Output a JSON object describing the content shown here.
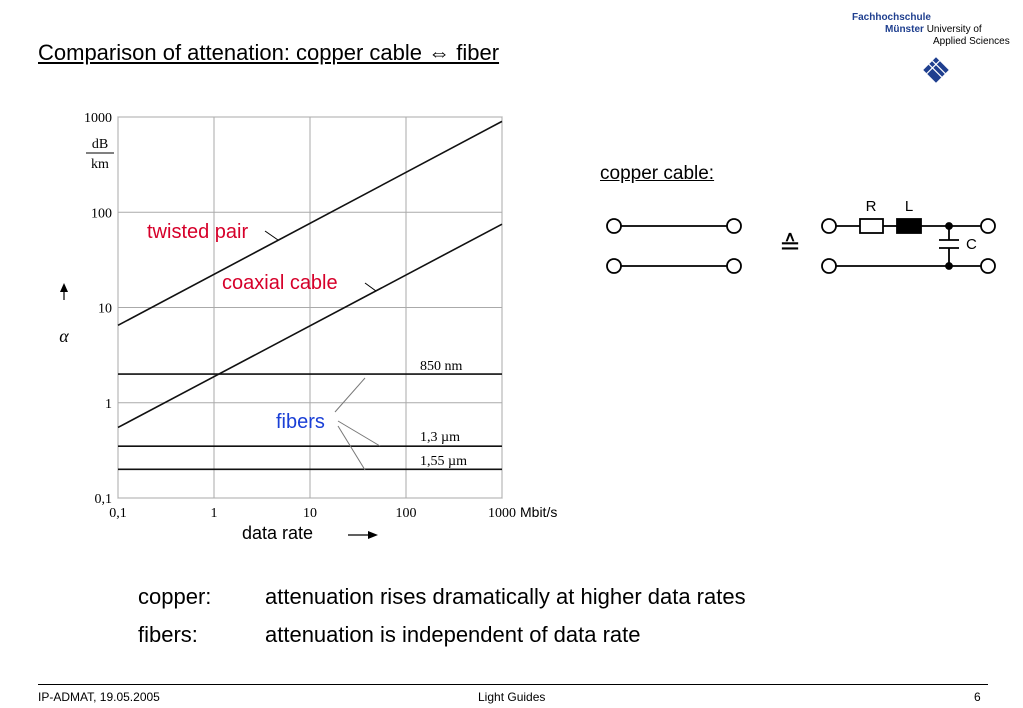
{
  "slide": {
    "title": "Comparison of attenation: copper cable ⇔ fiber"
  },
  "logo": {
    "line1": "Fachhochschule",
    "line2_bold": "Münster",
    "line2_rest": "University of",
    "line3": "Applied Sciences",
    "brand_color": "#1f3f8f"
  },
  "chart_data": {
    "type": "line",
    "x_scale": "log",
    "y_scale": "log",
    "xlim": [
      0.1,
      1000
    ],
    "ylim": [
      0.1,
      1000
    ],
    "x_ticks": [
      "0,1",
      "1",
      "10",
      "100",
      "1000"
    ],
    "y_ticks": [
      "0,1",
      "1",
      "10",
      "100",
      "1000"
    ],
    "y_unit_num": "dB",
    "y_unit_den": "km",
    "y_symbol": "α",
    "x_unit": "Mbit/s",
    "xlabel": "data rate",
    "grid": true,
    "series": [
      {
        "name": "twisted pair",
        "x": [
          0.1,
          1000
        ],
        "y": [
          6.5,
          900
        ],
        "color": "#d6002a"
      },
      {
        "name": "coaxial cable",
        "x": [
          0.1,
          1000
        ],
        "y": [
          0.55,
          75
        ],
        "color": "#d6002a"
      },
      {
        "name": "850 nm",
        "x": [
          0.1,
          1000
        ],
        "y": [
          2.0,
          2.0
        ]
      },
      {
        "name": "1,3 µm",
        "x": [
          0.1,
          1000
        ],
        "y": [
          0.35,
          0.35
        ]
      },
      {
        "name": "1,55 µm",
        "x": [
          0.1,
          1000
        ],
        "y": [
          0.2,
          0.2
        ]
      }
    ],
    "annotations": {
      "fibers": "fibers",
      "fibers_color": "#1a3fd6"
    }
  },
  "circuit": {
    "label": "copper cable:",
    "equiv": "≙",
    "r_label": "R",
    "l_label": "L",
    "c_label": "C"
  },
  "summary": {
    "copper_label": "copper:",
    "copper_text": "attenuation rises dramatically at higher data rates",
    "fibers_label": "fibers:",
    "fibers_text": "attenuation is independent of data rate"
  },
  "footer": {
    "left": "IP-ADMAT, 19.05.2005",
    "center": "Light Guides",
    "right": "6"
  }
}
